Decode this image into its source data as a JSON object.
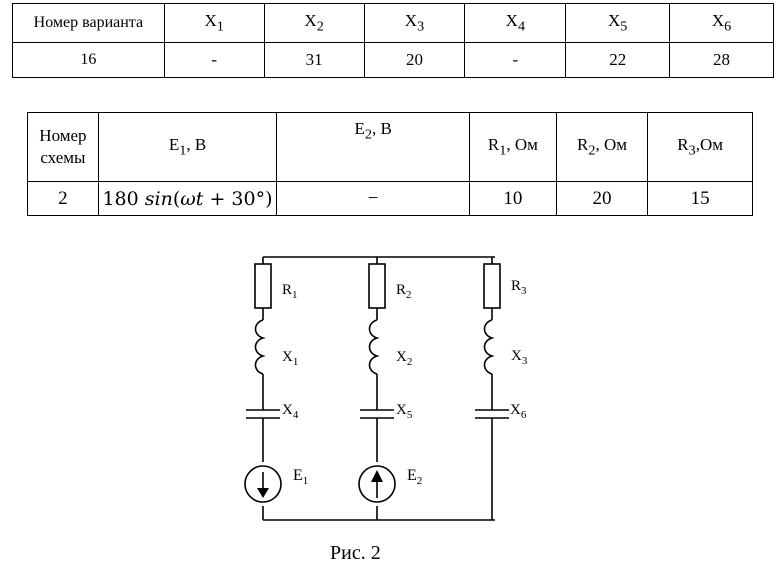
{
  "table1": {
    "header": [
      "Номер варианта",
      "X",
      "X",
      "X",
      "X",
      "X",
      "X"
    ],
    "header_subs": [
      "",
      "1",
      "2",
      "3",
      "4",
      "5",
      "6"
    ],
    "values": [
      "16",
      "-",
      "31",
      "20",
      "-",
      "22",
      "28"
    ]
  },
  "table2": {
    "header": [
      "Номер\nсхемы",
      "E",
      "E",
      "R",
      "R",
      "R"
    ],
    "header_subs": [
      "",
      "1",
      "2",
      "1",
      "2",
      "3"
    ],
    "header_units": [
      "",
      ", В",
      ", В",
      ", Ом",
      ", Ом",
      ",Ом"
    ],
    "values": {
      "scheme": "2",
      "e1_prefix": "180 ",
      "e1_func": "sin",
      "e1_open": "(",
      "e1_omega": "ω",
      "e1_t": "t",
      "e1_rest": " + 30°)",
      "e2": "−",
      "r1": "10",
      "r2": "20",
      "r3": "15"
    }
  },
  "circuit": {
    "labels": {
      "r1": "R",
      "r1_sub": "1",
      "r2": "R",
      "r2_sub": "2",
      "r3": "R",
      "r3_sub": "3",
      "x1": "X",
      "x1_sub": "1",
      "x2": "X",
      "x2_sub": "2",
      "x3": "X",
      "x3_sub": "3",
      "x4": "X",
      "x4_sub": "4",
      "x5": "X",
      "x5_sub": "5",
      "x6": "X",
      "x6_sub": "6",
      "e1": "E",
      "e1_sub": "1",
      "e2": "E",
      "e2_sub": "2"
    }
  },
  "caption": "Рис. 2"
}
